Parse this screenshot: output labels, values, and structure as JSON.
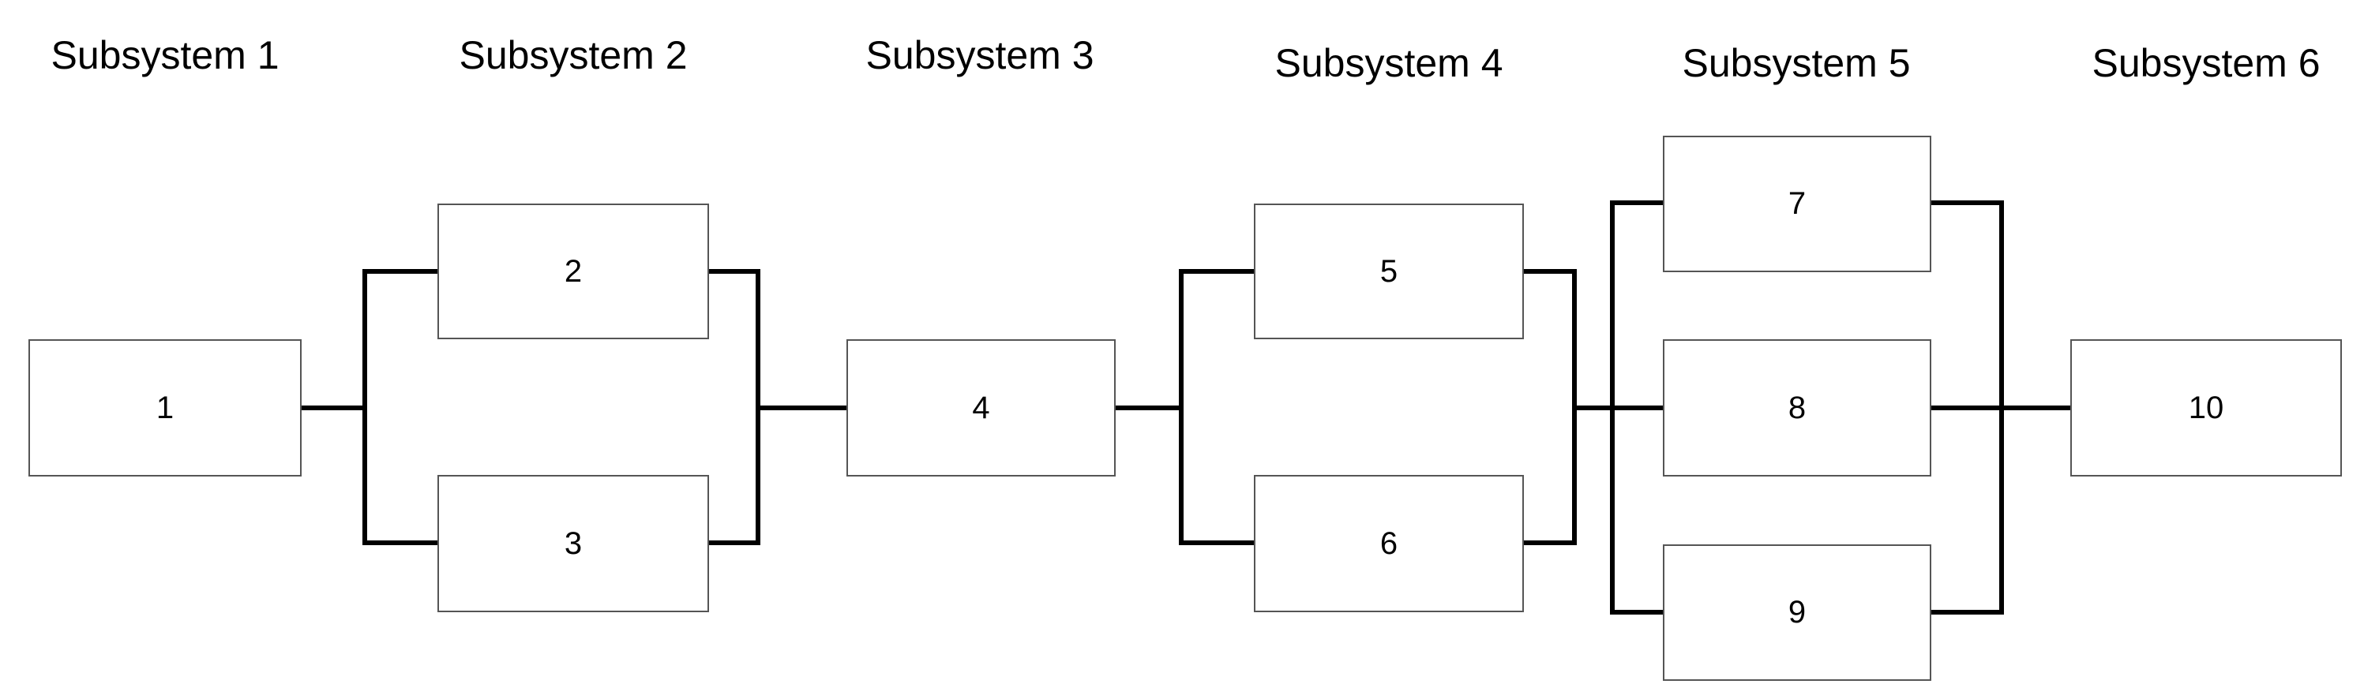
{
  "subsystems": [
    {
      "label": "Subsystem 1"
    },
    {
      "label": "Subsystem 2"
    },
    {
      "label": "Subsystem 3"
    },
    {
      "label": "Subsystem 4"
    },
    {
      "label": "Subsystem 5"
    },
    {
      "label": "Subsystem 6"
    }
  ],
  "blocks": [
    {
      "label": "1"
    },
    {
      "label": "2"
    },
    {
      "label": "3"
    },
    {
      "label": "4"
    },
    {
      "label": "5"
    },
    {
      "label": "6"
    },
    {
      "label": "7"
    },
    {
      "label": "8"
    },
    {
      "label": "9"
    },
    {
      "label": "10"
    }
  ],
  "colors": {
    "line": "#000000",
    "block_border": "#555555",
    "background": "#ffffff"
  }
}
